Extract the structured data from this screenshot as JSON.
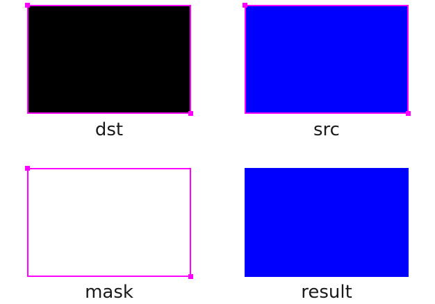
{
  "colors": {
    "dst_fill": "#000000",
    "src_fill": "#0000ff",
    "mask_fill": "#ffffff",
    "result_fill": "#0000ff",
    "selection_border": "#ff00ff"
  },
  "panels": {
    "dst": {
      "label": "dst"
    },
    "src": {
      "label": "src"
    },
    "mask": {
      "label": "mask"
    },
    "result": {
      "label": "result"
    }
  }
}
